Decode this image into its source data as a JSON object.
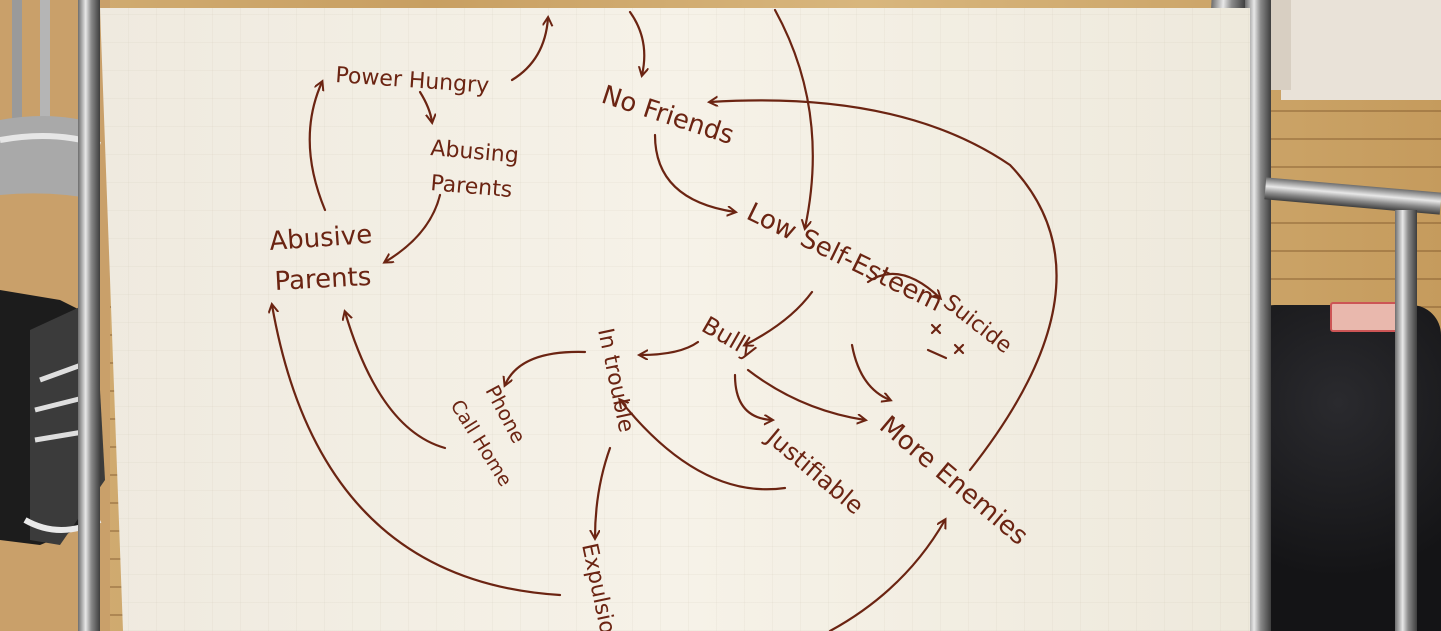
{
  "colors": {
    "ink": "#6b2412",
    "paper": "#f3efe4",
    "floor": "#c9a772"
  },
  "labels": {
    "power_hungry": "Power Hungry",
    "abusing_parents_1": "Abusing",
    "abusing_parents_2": "Parents",
    "abusive_parents_1": "Abusive",
    "abusive_parents_2": "Parents",
    "no_friends": "No Friends",
    "low_self_esteem": "Low Self-Esteem",
    "suicide": "Suicide",
    "bully": "Bully",
    "in_trouble": "In trouble",
    "phone_call_1": "Phone",
    "phone_call_2": "Call Home",
    "justifiable": "Justifiable",
    "more_enemies": "More Enemies",
    "expulsion": "Expulsion"
  }
}
